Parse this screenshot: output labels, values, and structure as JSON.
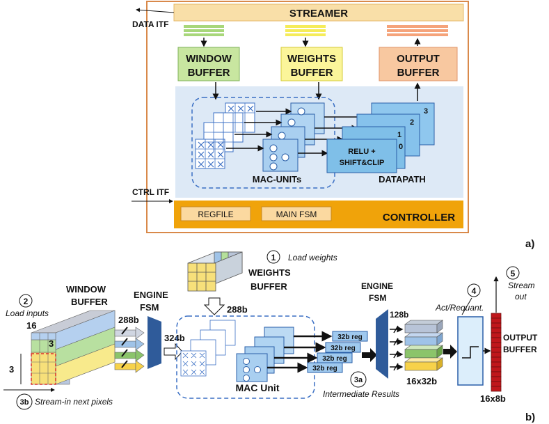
{
  "panel_a": {
    "streamer": "STREAMER",
    "data_itf": "DATA ITF",
    "ctrl_itf": "CTRL ITF",
    "window_buffer": [
      "WINDOW",
      "BUFFER"
    ],
    "weights_buffer": [
      "WEIGHTS",
      "BUFFER"
    ],
    "output_buffer": [
      "OUTPUT",
      "BUFFER"
    ],
    "relu": [
      "RELU +",
      "SHIFT&CLIP"
    ],
    "datapath_indices": [
      "0",
      "1",
      "2",
      "3"
    ],
    "mac_units": "MAC-UNITs",
    "datapath": "DATAPATH",
    "regfile": "REGFILE",
    "main_fsm": "MAIN FSM",
    "controller": "CONTROLLER",
    "label": "a)",
    "colors": {
      "streamer": "#f9dfa8",
      "window": "#c8e6a0",
      "weights": "#fbf59a",
      "output": "#f8c8a0",
      "datapath_bg": "#dde9f6",
      "controller": "#f0a30a",
      "border": "#d9894a",
      "mac": "#a9cff0",
      "block": "#7fbfe8"
    }
  },
  "panel_b": {
    "load_weights_num": "1",
    "load_weights": "Load weights",
    "weights_buffer": [
      "WEIGHTS",
      "BUFFER"
    ],
    "load_inputs_num": "2",
    "load_inputs": "Load inputs",
    "sixteen": "16",
    "three_top": "3",
    "three_left": "3",
    "window_buffer": [
      "WINDOW",
      "BUFFER"
    ],
    "engine_fsm_left": [
      "ENGINE",
      "FSM"
    ],
    "b288_left": "288b",
    "b324": "324b",
    "b288_top": "288b",
    "reg_labels": [
      "32b reg",
      "32b reg",
      "32b reg",
      "32b reg"
    ],
    "mac_unit": "MAC Unit",
    "engine_fsm_right": [
      "ENGINE",
      "FSM"
    ],
    "b128": "128b",
    "b16x32": "16x32b",
    "step_3a": "3a",
    "intermediate": "Intermediate Results",
    "step_3b": "3b",
    "stream_in": "Stream-in next pixels",
    "act_requant": "Act/Requant.",
    "step_4": "4",
    "step_5": "5",
    "stream_out": [
      "Stream",
      "out"
    ],
    "output_buffer": [
      "OUTPUT",
      "BUFFER"
    ],
    "b16x8": "16x8b",
    "label": "b)"
  }
}
